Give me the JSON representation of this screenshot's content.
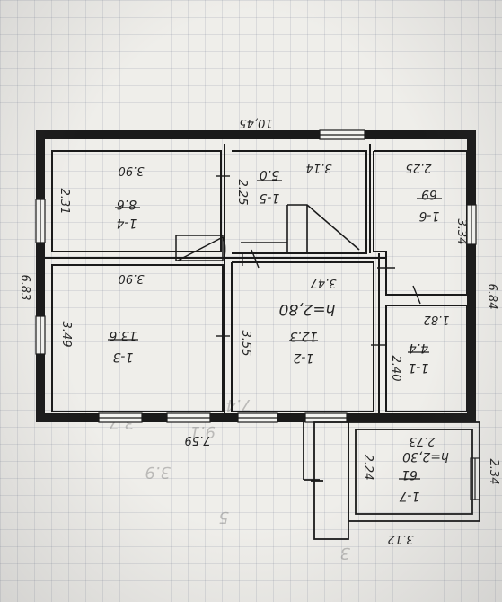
{
  "overall_dimensions": {
    "top": "10,45",
    "left": "6.83",
    "right": "6.84",
    "bottom_left": "7.59",
    "bottom_right": "3.12",
    "annex_right": "2.34"
  },
  "rooms": [
    {
      "id": "1-4",
      "area": "8.6",
      "dim_top": "3.90",
      "dim_side": "2.31"
    },
    {
      "id": "1-5",
      "area": "5.0",
      "dim_top": "3.14",
      "dim_side": "2.25"
    },
    {
      "id": "1-6",
      "area": "69",
      "dim_top": "2.25",
      "dim_side": "3.34"
    },
    {
      "id": "1-3",
      "area": "13.6",
      "dim_top": "3.90",
      "dim_side": "3.49"
    },
    {
      "id": "1-2",
      "area": "12.3",
      "dim_top": "3.47",
      "dim_side": "3.55"
    },
    {
      "id": "1-1",
      "area": "4.4",
      "dim_top": "1.82",
      "dim_side": "2.40"
    },
    {
      "id": "1-7",
      "area": "61",
      "dim_top": "2.73",
      "dim_side": "2.24"
    }
  ],
  "ceiling_height_main": "h=2,80",
  "ceiling_height_annex": "h=2,30",
  "faint_notes": [
    "3.9",
    "3.7",
    "5",
    "3",
    "7.4",
    "9.1"
  ]
}
